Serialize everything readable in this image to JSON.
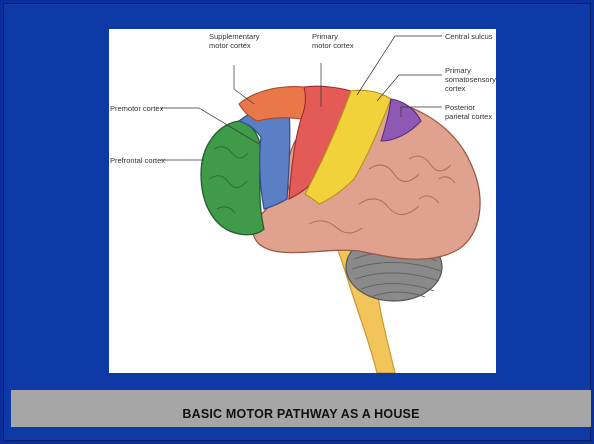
{
  "slide": {
    "caption": "BASIC MOTOR PATHWAY AS A HOUSE"
  },
  "figure": {
    "labels": {
      "supplementary_motor_cortex": "Supplementary\nmotor cortex",
      "primary_motor_cortex": "Primary\nmotor cortex",
      "central_sulcus": "Central sulcus",
      "primary_somatosensory_cortex": "Primary\nsomatosensory\ncortex",
      "posterior_parietal_cortex": "Posterior\nparietal cortex",
      "premotor_cortex": "Premotor cortex",
      "prefrontal_cortex": "Prefrontal cortex"
    },
    "colors": {
      "background": "#0d3aa6",
      "caption_bar": "#a6a6a6",
      "prefrontal": "#3f9a4a",
      "premotor": "#5b7fc4",
      "supplementary_motor": "#e8784a",
      "primary_motor": "#e35a57",
      "somatosensory": "#f2d23a",
      "posterior_parietal": "#8e59b5",
      "cortex_rest": "#e0a28e",
      "cerebellum": "#8a8a8a",
      "brainstem": "#f2c55a"
    }
  }
}
